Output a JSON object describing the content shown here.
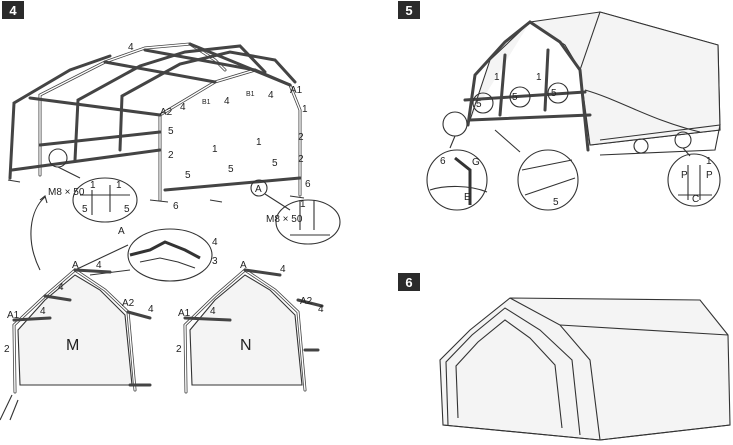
{
  "steps": [
    {
      "number": "4"
    },
    {
      "number": "5"
    },
    {
      "number": "6"
    }
  ],
  "step4": {
    "frame_labels": [
      "4",
      "4",
      "4",
      "4",
      "1",
      "1",
      "1",
      "2",
      "2",
      "2",
      "5",
      "5",
      "5",
      "5",
      "6"
    ],
    "connector_labels": {
      "a1": "A1",
      "a2": "A2",
      "b1": "B1",
      "b1b": "B1"
    },
    "callout_left": {
      "spec": "M8 × 50",
      "labels": [
        "1",
        "1",
        "5",
        "5"
      ]
    },
    "callout_right": {
      "spec": "M8 × 50",
      "part_a": "A",
      "labels": [
        "6",
        "1"
      ]
    },
    "connector_zoom": {
      "part": "A",
      "labels": [
        "4",
        "3"
      ]
    },
    "panel_m": {
      "letter": "M",
      "labels": [
        "A",
        "4",
        "4",
        "A1",
        "A2",
        "4",
        "4",
        "2"
      ]
    },
    "panel_n": {
      "letter": "N",
      "labels": [
        "A",
        "4",
        "A1",
        "A2",
        "4",
        "4",
        "2"
      ]
    }
  },
  "step5": {
    "labels": [
      "1",
      "1",
      "5",
      "5",
      "5"
    ],
    "zoom_left": {
      "labels": [
        "6",
        "G",
        "E"
      ]
    },
    "zoom_mid": {
      "labels": [
        "5"
      ]
    },
    "zoom_right": {
      "labels": [
        "P",
        "P",
        "1",
        "C"
      ]
    }
  }
}
